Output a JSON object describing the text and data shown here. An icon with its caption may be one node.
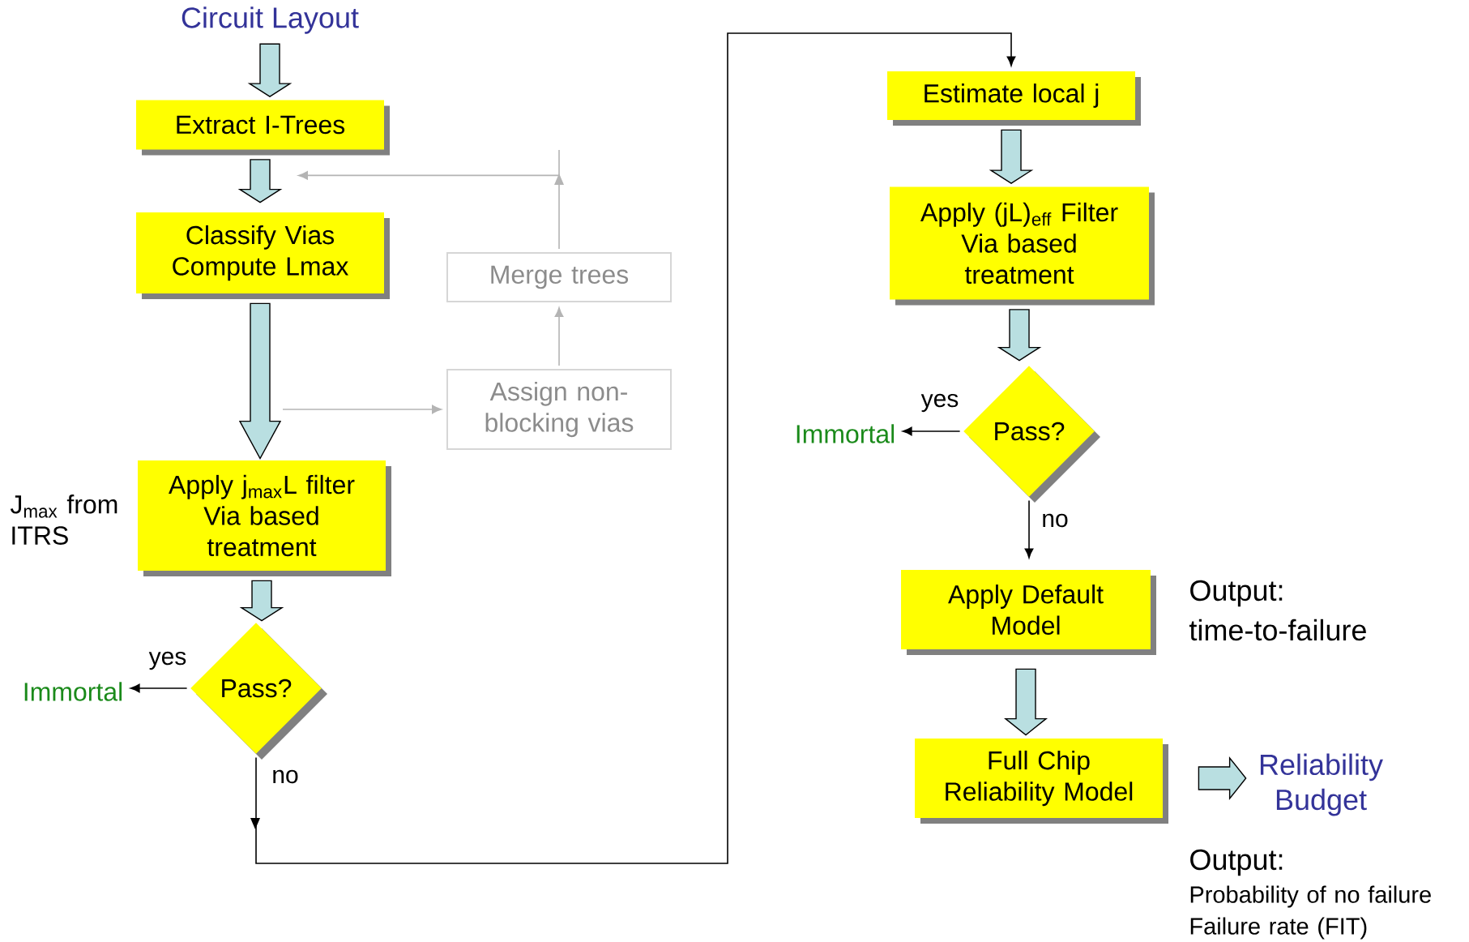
{
  "diagram": {
    "nodes": [
      {
        "text": [
          "Circuit Layout"
        ]
      },
      {
        "text": [
          "Extract I-Trees"
        ]
      },
      {
        "text": [
          "Classify Vias",
          "Compute Lmax"
        ]
      },
      {
        "text": [
          "Merge trees"
        ]
      },
      {
        "text": [
          "Assign non-blocking vias"
        ]
      },
      {
        "text": [
          "Apply j$_{max}$L filter",
          "Via based treatment"
        ]
      },
      {
        "text": [
          "Pass?"
        ]
      },
      {
        "text": [
          "Immortal"
        ]
      },
      {
        "text": [
          "Estimate local j"
        ]
      },
      {
        "text": [
          "Apply (jL)$_{eff}$ Filter",
          "Via based treatment"
        ]
      },
      {
        "text": [
          "Pass?"
        ]
      },
      {
        "text": [
          "Immortal"
        ]
      },
      {
        "text": [
          "Apply Default Model"
        ]
      },
      {
        "text": [
          "Full Chip",
          "Reliability Model"
        ]
      },
      {
        "text": [
          "Reliability Budget"
        ]
      }
    ],
    "edges": [
      {
        "from": 0,
        "to": 1,
        "arrow": "to",
        "style": "thick"
      },
      {
        "from": 1,
        "to": 2,
        "arrow": "to",
        "style": "thick"
      },
      {
        "from": 2,
        "to": 5,
        "arrow": "to",
        "style": "thick"
      },
      {
        "from": 5,
        "to": 6,
        "arrow": "to",
        "style": "thick"
      },
      {
        "from": 6,
        "to": 7,
        "arrow": "to",
        "label": "yes"
      },
      {
        "from": 6,
        "to": 8,
        "arrow": "to",
        "label": "no"
      },
      {
        "from": null,
        "to": 4,
        "arrow": "to",
        "color": "#b4b4b4"
      },
      {
        "from": 4,
        "to": 3,
        "arrow": "to",
        "color": "#b4b4b4"
      },
      {
        "from": 3,
        "to": 1,
        "arrow": "to",
        "color": "#b4b4b4"
      },
      {
        "from": 8,
        "to": 9,
        "arrow": "to",
        "style": "thick"
      },
      {
        "from": 9,
        "to": 10,
        "arrow": "to",
        "style": "thick"
      },
      {
        "from": 10,
        "to": 11,
        "arrow": "to",
        "label": "yes"
      },
      {
        "from": 10,
        "to": 12,
        "arrow": "to",
        "label": "no"
      },
      {
        "from": 12,
        "to": 13,
        "arrow": "to",
        "style": "thick"
      },
      {
        "from": 13,
        "to": 14,
        "arrow": "to",
        "style": "thick"
      }
    ],
    "labels": [
      "J$_{max}$ from ITRS",
      "Output:",
      "time-to-failure",
      "Output:",
      "Probability of no failure",
      "Failure rate (FIT)"
    ]
  }
}
